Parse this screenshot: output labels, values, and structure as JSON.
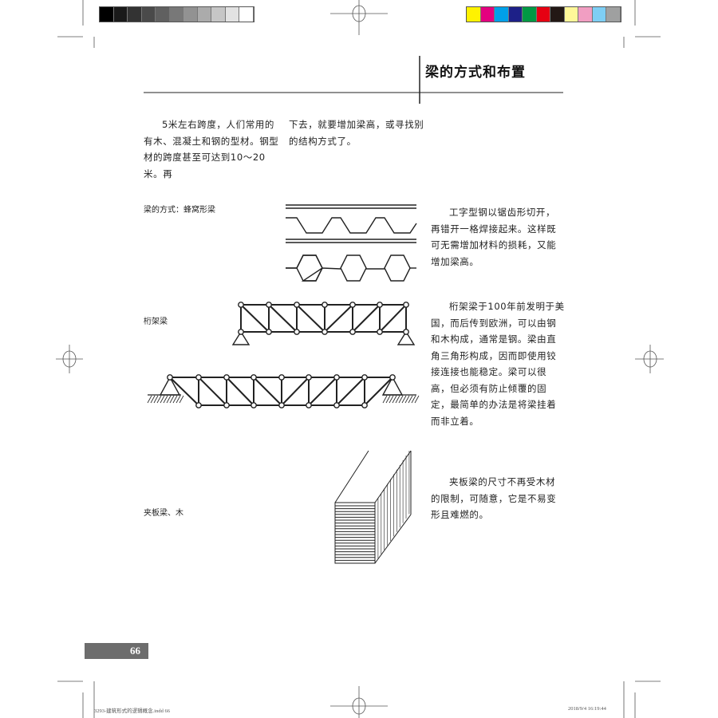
{
  "header": {
    "title": "梁的方式和布置"
  },
  "intro": {
    "col1": "5米左右跨度，人们常用的有木、混凝土和钢的型材。钢型材的跨度甚至可达到10～20米。再",
    "col2": "下去，就要增加梁高，或寻找别的结构方式了。"
  },
  "sections": [
    {
      "label": "梁的方式：蜂窝形梁",
      "text": "工字型钢以锯齿形切开，再错开一格焊接起来。这样既可无需增加材料的损耗，又能增加梁高。"
    },
    {
      "label": "桁架梁",
      "text": "桁架梁于100年前发明于美国，而后传到欧洲，可以由钢和木构成，通常是钢。梁由直角三角形构成，因而即使用铰接连接也能稳定。梁可以很高，但必须有防止倾覆的固定，最简单的办法是将梁挂着而非立着。"
    },
    {
      "label": "夹板梁、木",
      "text": "夹板梁的尺寸不再受木材的限制，可随意，它是不易变形且难燃的。"
    }
  ],
  "page_number": "66",
  "footer": {
    "file": "3293-建筑形式的逻辑概念.indd   66",
    "timestamp": "2018/9/4   16:19:44"
  },
  "colors": {
    "gray_swatches": [
      "#000000",
      "#1a1a1a",
      "#333333",
      "#4a4a4a",
      "#606060",
      "#787878",
      "#929292",
      "#ababab",
      "#c6c6c6",
      "#e2e2e2",
      "#ffffff"
    ],
    "color_swatches": [
      "#fff200",
      "#e4007f",
      "#00a0e9",
      "#1d2088",
      "#009944",
      "#e60012",
      "#231815",
      "#fff799",
      "#f19ec2",
      "#7ecef4",
      "#9fa0a0"
    ],
    "page_number_bg": "#6d6d6d"
  }
}
